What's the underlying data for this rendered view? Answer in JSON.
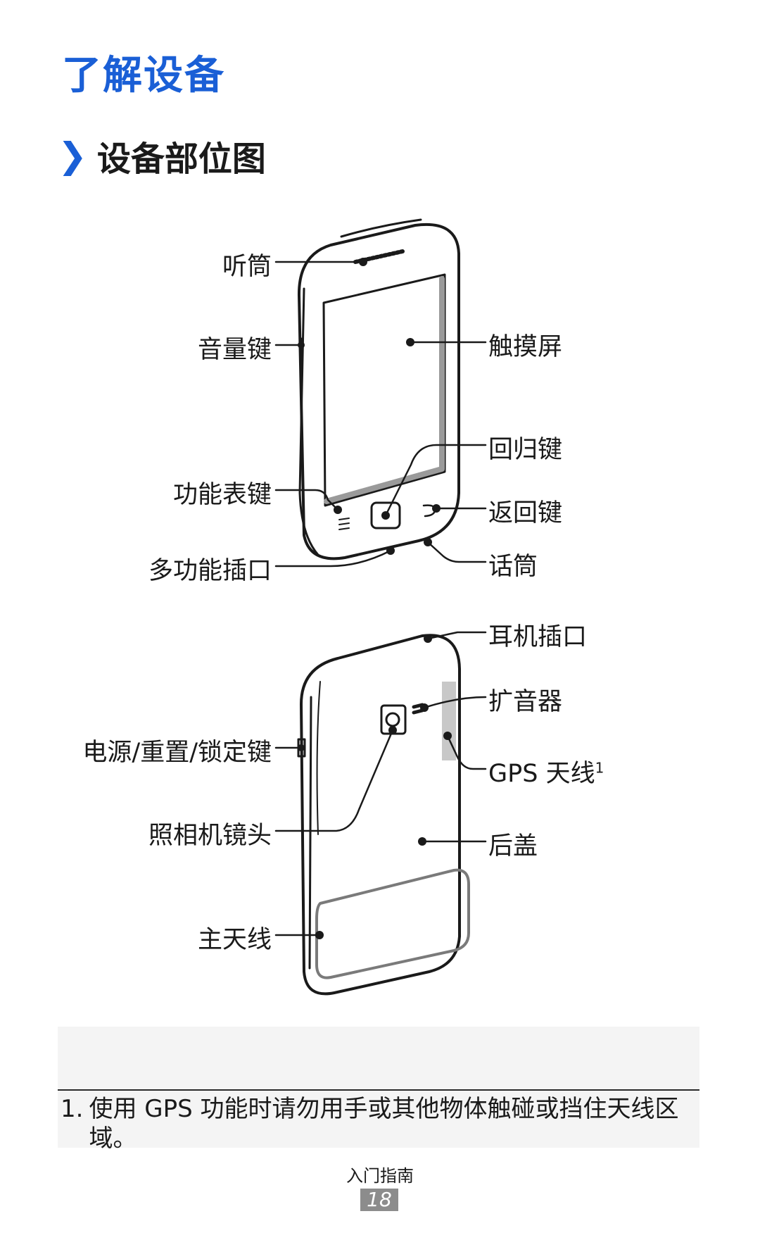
{
  "header": {
    "title": "了解设备"
  },
  "section": {
    "chevron": "❯",
    "title": "设备部位图"
  },
  "front_labels": {
    "earpiece": "听筒",
    "volume_key": "音量键",
    "touchscreen": "触摸屏",
    "home_key": "回归键",
    "menu_key": "功能表键",
    "back_key": "返回键",
    "multifunction_jack": "多功能插口",
    "microphone": "话筒"
  },
  "back_labels": {
    "headset_jack": "耳机插口",
    "speaker": "扩音器",
    "power_key": "电源/重置/锁定键",
    "gps_antenna": "GPS 天线",
    "gps_antenna_sup": "1",
    "camera_lens": "照相机镜头",
    "back_cover": "后盖",
    "main_antenna": "主天线"
  },
  "footnote": {
    "number": "1.",
    "text": "使用 GPS 功能时请勿用手或其他物体触碰或挡住天线区域。"
  },
  "footer": {
    "label": "入门指南",
    "page": "18"
  },
  "colors": {
    "accent": "#1a5fd6",
    "page_badge": "#8c8c8c",
    "note_bg": "#f4f4f4"
  }
}
